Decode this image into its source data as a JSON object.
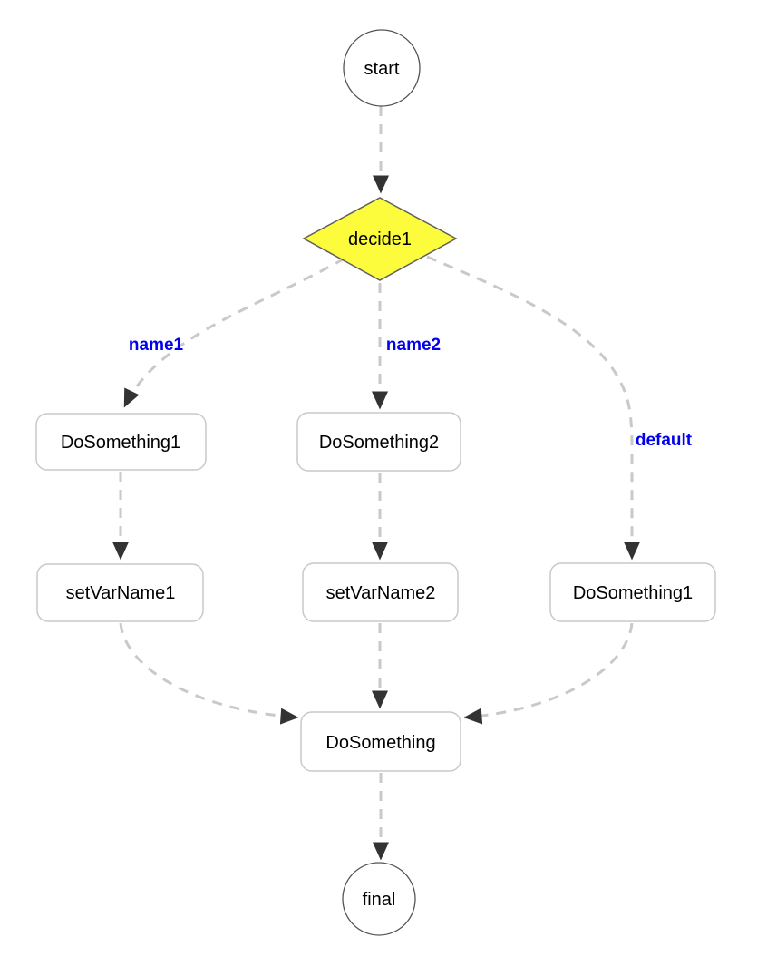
{
  "diagram": {
    "type": "flowchart",
    "colors": {
      "background": "#ffffff",
      "edge_dash": "#c9c9c9",
      "arrowhead": "#333333",
      "task_fill": "#ffffff",
      "task_border": "#c9c9c9",
      "event_border": "#545454",
      "decision_fill": "#fcfc3d",
      "decision_border": "#5e5e5e",
      "edge_label_blue": "#0000ee",
      "node_text": "#000000"
    },
    "nodes": {
      "start": {
        "label": "start",
        "type": "start-event"
      },
      "decide1": {
        "label": "decide1",
        "type": "decision"
      },
      "do1_left": {
        "label": "DoSomething1",
        "type": "task"
      },
      "do2": {
        "label": "DoSomething2",
        "type": "task"
      },
      "do1_right": {
        "label": "DoSomething1",
        "type": "task"
      },
      "setvar1": {
        "label": "setVarName1",
        "type": "task"
      },
      "setvar2": {
        "label": "setVarName2",
        "type": "task"
      },
      "do_merge": {
        "label": "DoSomething",
        "type": "task"
      },
      "final": {
        "label": "final",
        "type": "end-event"
      }
    },
    "edge_labels": {
      "name1": "name1",
      "name2": "name2",
      "default": "default"
    },
    "edges": [
      {
        "from": "start",
        "to": "decide1",
        "label": ""
      },
      {
        "from": "decide1",
        "to": "do1_left",
        "label": "name1"
      },
      {
        "from": "decide1",
        "to": "do2",
        "label": "name2"
      },
      {
        "from": "decide1",
        "to": "do1_right",
        "label": "default"
      },
      {
        "from": "do1_left",
        "to": "setvar1",
        "label": ""
      },
      {
        "from": "do2",
        "to": "setvar2",
        "label": ""
      },
      {
        "from": "setvar1",
        "to": "do_merge",
        "label": ""
      },
      {
        "from": "setvar2",
        "to": "do_merge",
        "label": ""
      },
      {
        "from": "do1_right",
        "to": "do_merge",
        "label": ""
      },
      {
        "from": "do_merge",
        "to": "final",
        "label": ""
      }
    ]
  }
}
